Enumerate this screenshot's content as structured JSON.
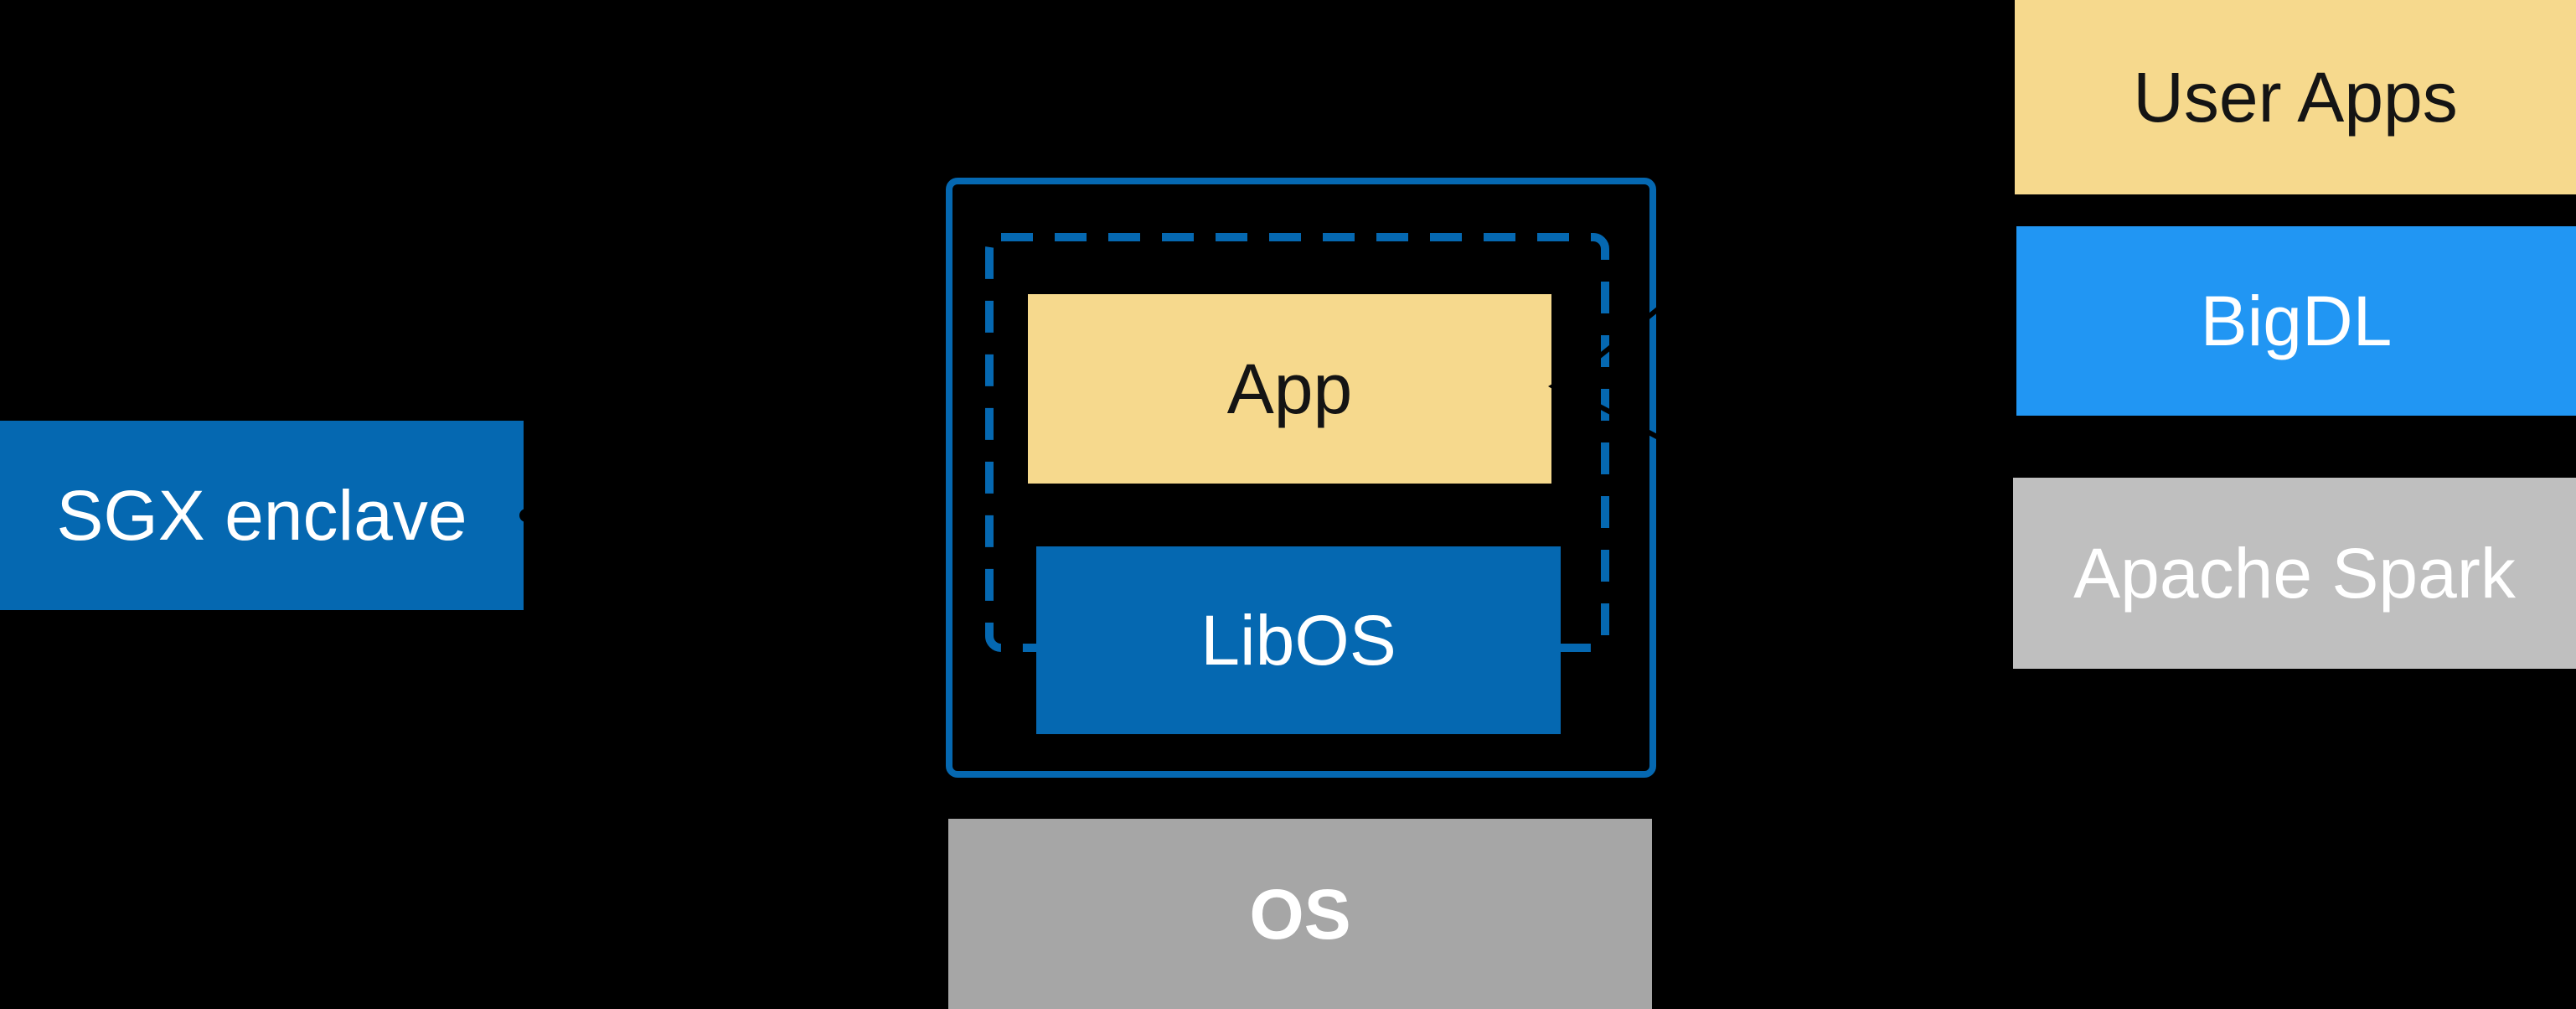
{
  "colors": {
    "background": "#000000",
    "intel_blue": "#0568b1",
    "bright_blue": "#2196f3",
    "yellow": "#f6d98d",
    "gray_light": "#bfbfbf",
    "gray_medium": "#a6a6a6",
    "text_dark": "#141414",
    "text_light": "#ffffff",
    "connector_black": "#000000"
  },
  "left": {
    "sgx_label": "SGX enclave"
  },
  "center": {
    "app_label": "App",
    "libos_label": "LibOS",
    "os_label": "OS"
  },
  "right_stack": {
    "items": [
      {
        "label": "User Apps"
      },
      {
        "label": "BigDL"
      },
      {
        "label": "Apache Spark"
      }
    ]
  }
}
